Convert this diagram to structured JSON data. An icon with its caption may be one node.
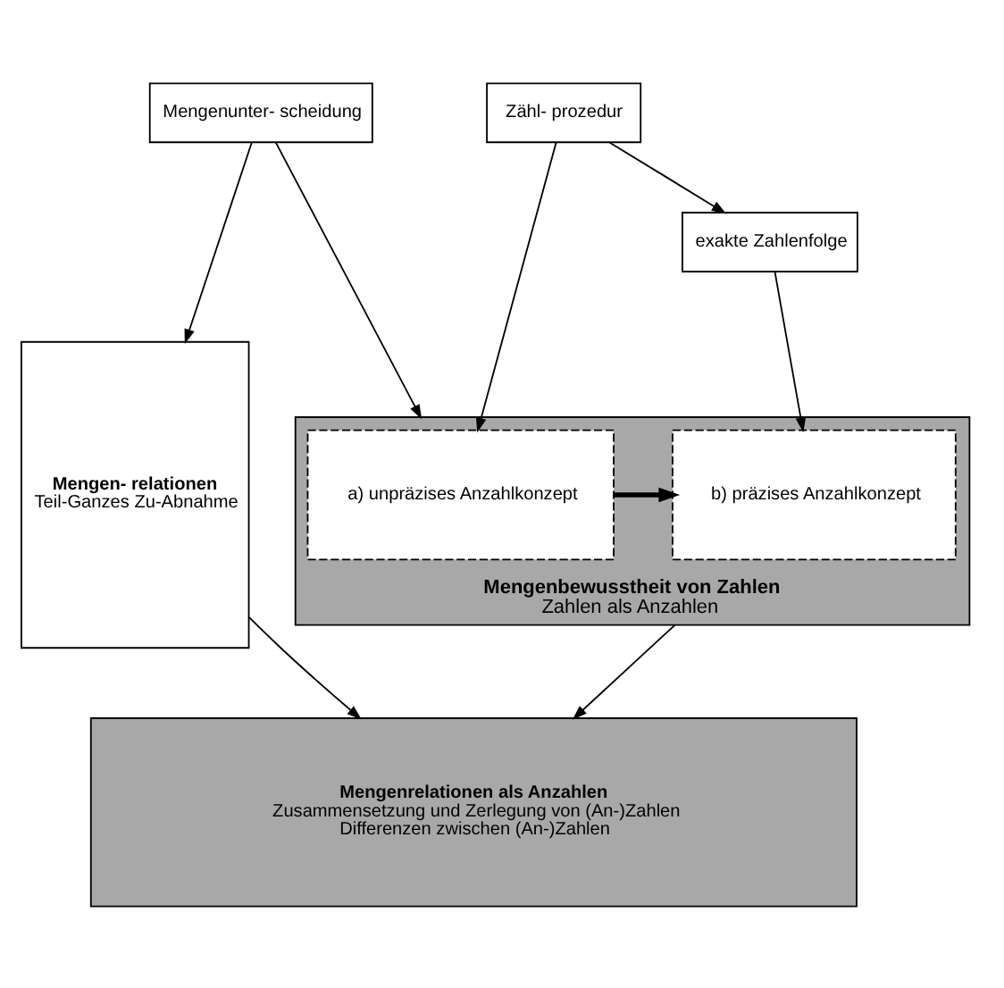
{
  "diagram": {
    "nodes": [
      {
        "text": [
          "Mengenunter- scheidung"
        ]
      },
      {
        "text": [
          "Zähl- prozedur"
        ]
      },
      {
        "text": [
          "exakte Zahlenfolge"
        ]
      },
      {
        "text": [
          "Mengen- relationen",
          "Teil-Ganzes Zu-Abnahme"
        ]
      },
      {
        "text": [
          "Mengenbewusstheit von Zahlen",
          "Zahlen als Anzahlen"
        ]
      },
      {
        "text": [
          "a) unpräzises Anzahlkonzept"
        ],
        "in": 4
      },
      {
        "text": [
          "b) präzises Anzahlkonzept"
        ],
        "in": 4
      },
      {
        "text": [
          "Mengenrelationen als Anzahlen",
          "Zusammensetzung und Zerlegung von (An-)Zahlen",
          "Differenzen zwischen (An-)Zahlen"
        ]
      }
    ],
    "edges": [
      {
        "from": 0,
        "to": 3,
        "arrow": "to"
      },
      {
        "from": 0,
        "to": 4,
        "arrow": "to"
      },
      {
        "from": 1,
        "to": 2,
        "arrow": "to"
      },
      {
        "from": 1,
        "to": 5,
        "arrow": "to"
      },
      {
        "from": 2,
        "to": 6,
        "arrow": "to"
      },
      {
        "from": 5,
        "to": 6,
        "arrow": "to",
        "style": "thick"
      },
      {
        "from": 3,
        "to": 7,
        "arrow": "to"
      },
      {
        "from": 4,
        "to": 7,
        "arrow": "to"
      }
    ]
  }
}
